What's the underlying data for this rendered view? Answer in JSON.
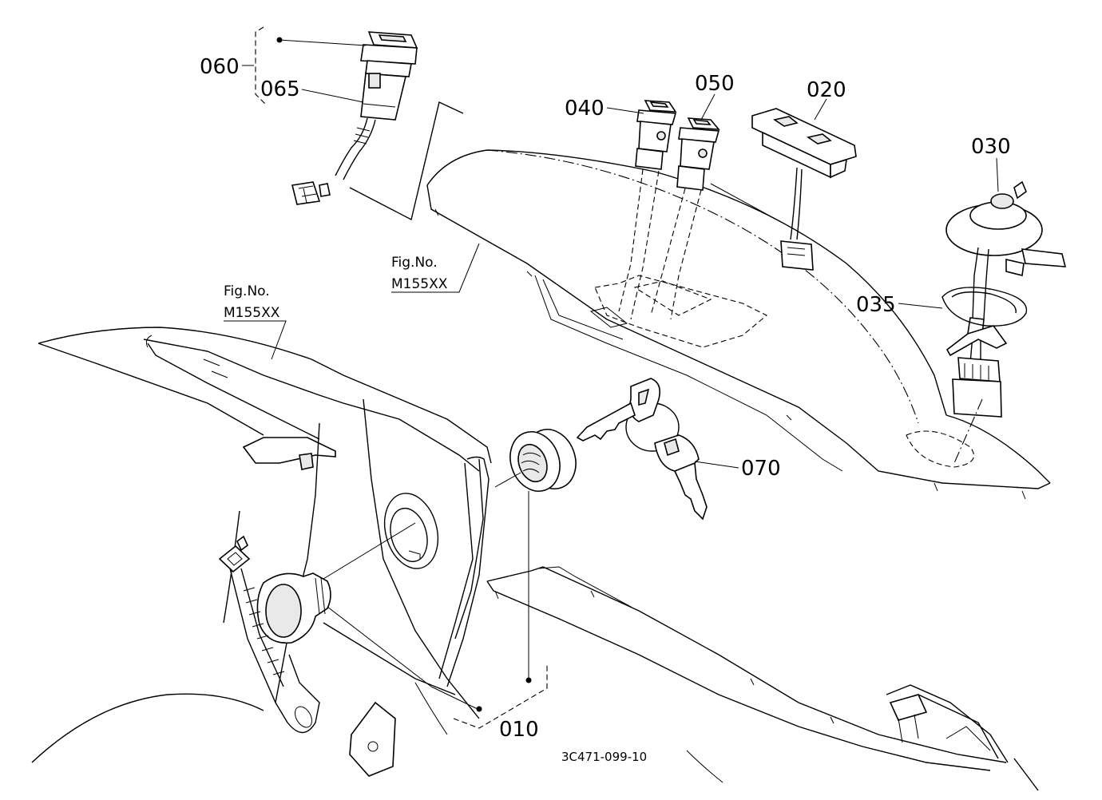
{
  "labels": {
    "p060": "060",
    "p065": "065",
    "p040": "040",
    "p050": "050",
    "p020": "020",
    "p030": "030",
    "p035": "035",
    "p070": "070",
    "p010": "010"
  },
  "fig_refs": {
    "upper": {
      "line1": "Fig.No.",
      "line2": "M155XX"
    },
    "left": {
      "line1": "Fig.No.",
      "line2": "M155XX"
    }
  },
  "drawing_code": "3C471-099-10"
}
